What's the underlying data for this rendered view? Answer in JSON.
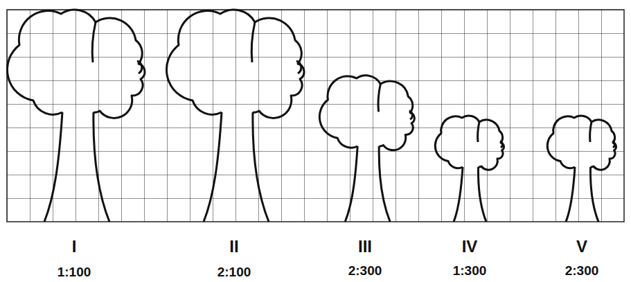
{
  "diagram": {
    "labels": [
      "I",
      "1:100",
      "II",
      "2:100",
      "III",
      "2:300",
      "IV",
      "1:300",
      "V",
      "2:300"
    ]
  }
}
